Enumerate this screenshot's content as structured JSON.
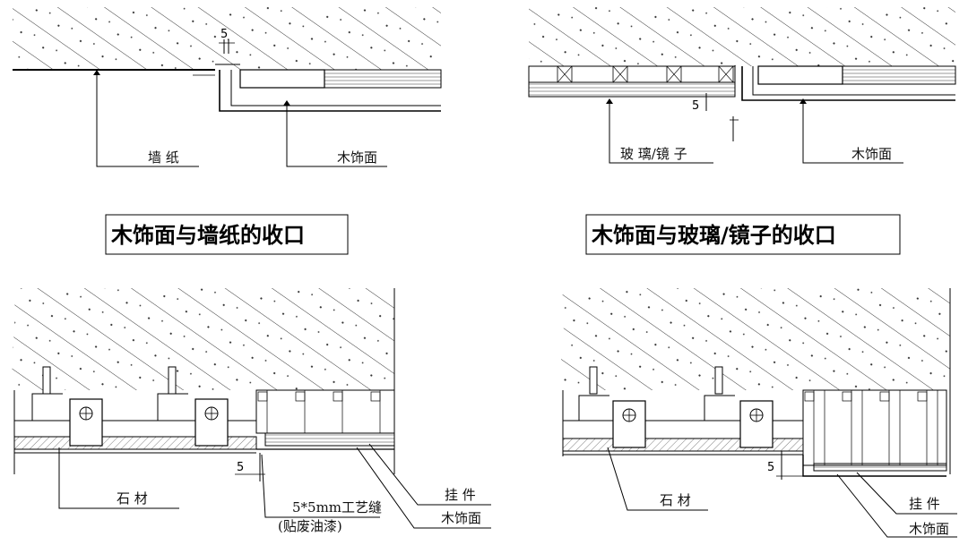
{
  "panels": {
    "top_left": {
      "title": "木饰面与墙纸的收口",
      "label_wallpaper": "墙 纸",
      "label_wood": "木饰面",
      "dim_value": "5"
    },
    "top_right": {
      "title": "木饰面与玻璃/镜子的收口",
      "label_glass": "玻 璃/镜 子",
      "label_wood": "木饰面",
      "dim_value": "5"
    },
    "bottom_left": {
      "label_stone": "石 材",
      "label_joint": "5*5mm工艺缝",
      "label_joint_note": "(贴废油漆)",
      "label_hanger": "挂 件",
      "label_wood": "木饰面",
      "dim_value": "5"
    },
    "bottom_right": {
      "label_stone": "石 材",
      "label_hanger": "挂 件",
      "label_wood": "木饰面",
      "dim_value": "5"
    }
  }
}
